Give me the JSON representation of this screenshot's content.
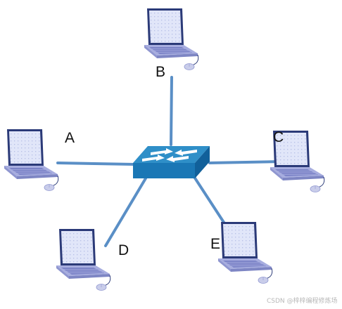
{
  "diagram": {
    "hub": {
      "icon": "network-switch-icon"
    },
    "nodes": [
      {
        "id": "A",
        "label": "A",
        "icon": "laptop-icon"
      },
      {
        "id": "B",
        "label": "B",
        "icon": "laptop-icon"
      },
      {
        "id": "C",
        "label": "C",
        "icon": "laptop-icon"
      },
      {
        "id": "D",
        "label": "D",
        "icon": "laptop-icon"
      },
      {
        "id": "E",
        "label": "E",
        "icon": "laptop-icon"
      }
    ],
    "links": [
      {
        "from": "hub",
        "to": "A"
      },
      {
        "from": "hub",
        "to": "B"
      },
      {
        "from": "hub",
        "to": "C"
      },
      {
        "from": "hub",
        "to": "D"
      },
      {
        "from": "hub",
        "to": "E"
      }
    ]
  },
  "watermark": "CSDN @梓梓编程修炼场",
  "colors": {
    "link": "#5a8fc6",
    "switch_top": "#2f8fc8",
    "switch_front": "#1a77b5",
    "switch_side": "#11609a",
    "laptop_frame": "#2b3a78",
    "laptop_screen": "#dfe4f8",
    "laptop_base": "#a9afe2",
    "keyboard": "#7b83c7"
  }
}
